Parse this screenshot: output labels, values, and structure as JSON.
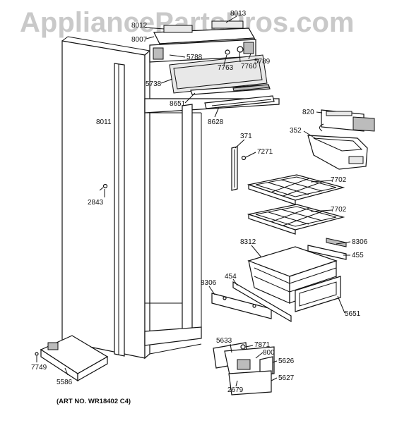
{
  "watermark": "AppliancePartsPros.com",
  "art_number": "(ART NO. WR18402 C4)",
  "labels": {
    "l8012": "8012",
    "l8013": "8013",
    "l8007": "8007",
    "l5788": "5788",
    "l5789": "5789",
    "l7763": "7763",
    "l7760": "7760",
    "l5738": "5738",
    "l8651": "8651",
    "l8628": "8628",
    "l8011": "8011",
    "l820": "820",
    "l352": "352",
    "l371": "371",
    "l7271": "7271",
    "l2843": "2843",
    "l7702a": "7702",
    "l7702b": "7702",
    "l8312": "8312",
    "l8306a": "8306",
    "l455": "455",
    "l454": "454",
    "l8306b": "8306",
    "l5651": "5651",
    "l5633": "5633",
    "l7871": "7871",
    "l800": "800",
    "l5626": "5626",
    "l5627": "5627",
    "l2679": "2679",
    "l7749": "7749",
    "l5586": "5586"
  }
}
